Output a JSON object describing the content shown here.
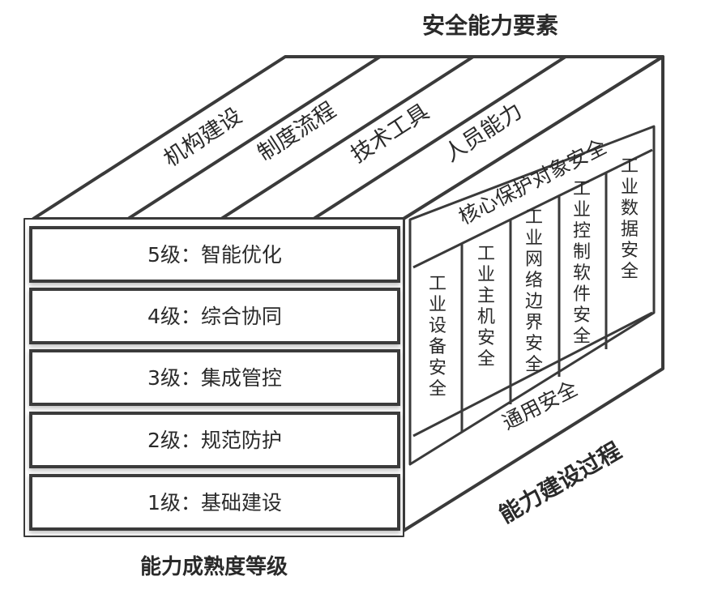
{
  "titles": {
    "top": "安全能力要素",
    "bottom_left": "能力成熟度等级",
    "bottom_right": "能力建设过程"
  },
  "top_elements": [
    "机构建设",
    "制度流程",
    "技术工具",
    "人员能力"
  ],
  "levels": [
    "5级：智能优化",
    "4级：综合协同",
    "3级：集成管控",
    "2级：规范防护",
    "1级：基础建设"
  ],
  "core_title": "核心保护对象安全",
  "core_columns": [
    "工业设备安全",
    "工业主机安全",
    "工业网络边界安全",
    "工业控制软件安全",
    "工业数据安全"
  ],
  "general_security": "通用安全",
  "colors": {
    "stroke": "#3a3a3a",
    "text": "#2a2a2a",
    "background": "#ffffff"
  }
}
